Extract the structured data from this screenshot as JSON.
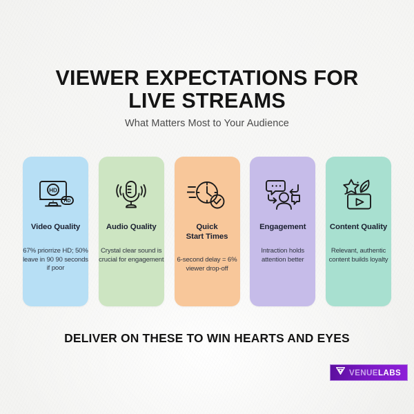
{
  "poster": {
    "background_color": "#f4f4f2",
    "headline_line1": "VIEWER EXPECTATIONS FOR",
    "headline_line2": "LIVE STREAMS",
    "subheadline": "What Matters Most to Your Audience",
    "footer_cta": "DELIVER ON THESE TO WIN HEARTS AND EYES"
  },
  "cards": [
    {
      "title": "Video Quality",
      "title_line1": "Video Quality",
      "title_line2": "",
      "description": "67% priorrize HD; 50% leave in 90 90 seconds if poor",
      "icon": "monitor-hd-icon",
      "color": "#b7dff5"
    },
    {
      "title": "Audio Quality",
      "title_line1": "Audio Quality",
      "title_line2": "",
      "description": "Crystal clear sound is crucial for engagement",
      "icon": "microphone-icon",
      "color": "#cde5c2"
    },
    {
      "title": "Quick Start Times",
      "title_line1": "Quick",
      "title_line2": "Start Times",
      "description": "6-second delay = 6% viewer drop-off",
      "icon": "fast-clock-check-icon",
      "color": "#f8c79a"
    },
    {
      "title": "Engagement",
      "title_line1": "Engagement",
      "title_line2": "",
      "description": "Intraction holds attention better",
      "icon": "chat-person-icon",
      "color": "#c6bce9"
    },
    {
      "title": "Content Quality",
      "title_line1": "Content Quality",
      "title_line2": "",
      "description": "Relevant, authentic content builds loyalty",
      "icon": "star-leaf-play-icon",
      "color": "#a8e0d0"
    }
  ],
  "logo": {
    "brand_part1": "VENUE",
    "brand_part2": "LABS",
    "mark": "v-triangle-icon",
    "badge_color": "#7a18c4",
    "text_color_part1": "#c9a6ec",
    "text_color_part2": "#ffffff"
  }
}
